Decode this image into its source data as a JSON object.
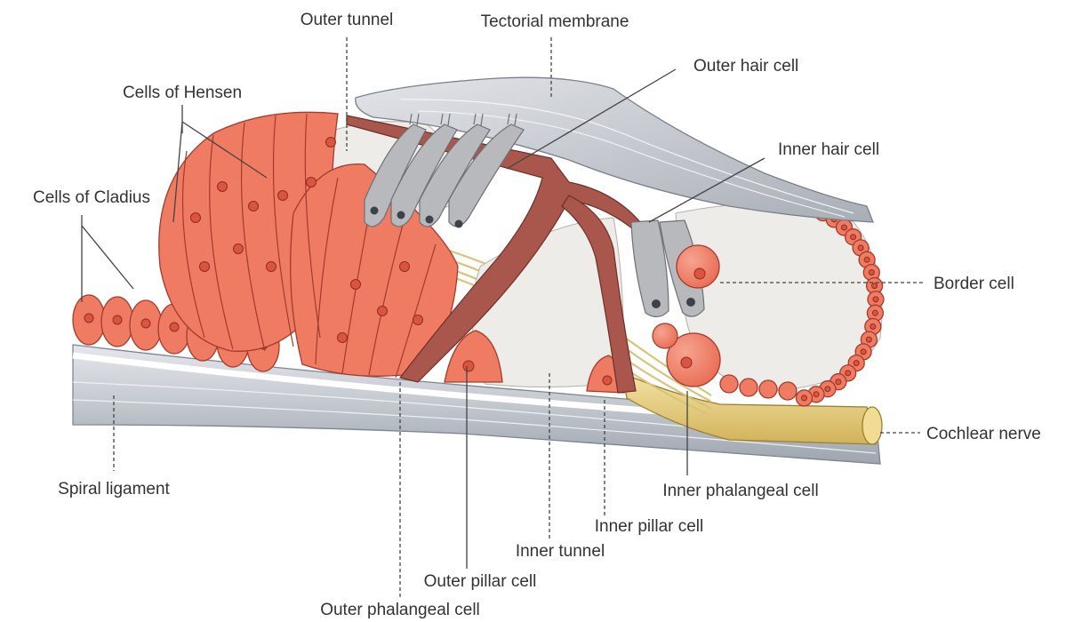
{
  "labels": {
    "outer_tunnel": "Outer tunnel",
    "tectorial_membrane": "Tectorial membrane",
    "outer_hair_cell": "Outer hair cell",
    "cells_of_hensen": "Cells of Hensen",
    "inner_hair_cell": "Inner hair cell",
    "cells_of_cladius": "Cells of Cladius",
    "border_cell": "Border cell",
    "cochlear_nerve": "Cochlear nerve",
    "spiral_ligament": "Spiral ligament",
    "inner_phalangeal_cell": "Inner phalangeal cell",
    "inner_pillar_cell": "Inner pillar cell",
    "inner_tunnel": "Inner tunnel",
    "outer_pillar_cell": "Outer pillar cell",
    "outer_phalangeal_cell": "Outer phalangeal cell"
  },
  "colors": {
    "supporting_cells": "#ef7b63",
    "hair_cells": "#b7b9bd",
    "tectorial_membrane": "#c9ccd2",
    "nerve": "#e9cf7c",
    "basilar_membrane": "#c4c8cf"
  }
}
